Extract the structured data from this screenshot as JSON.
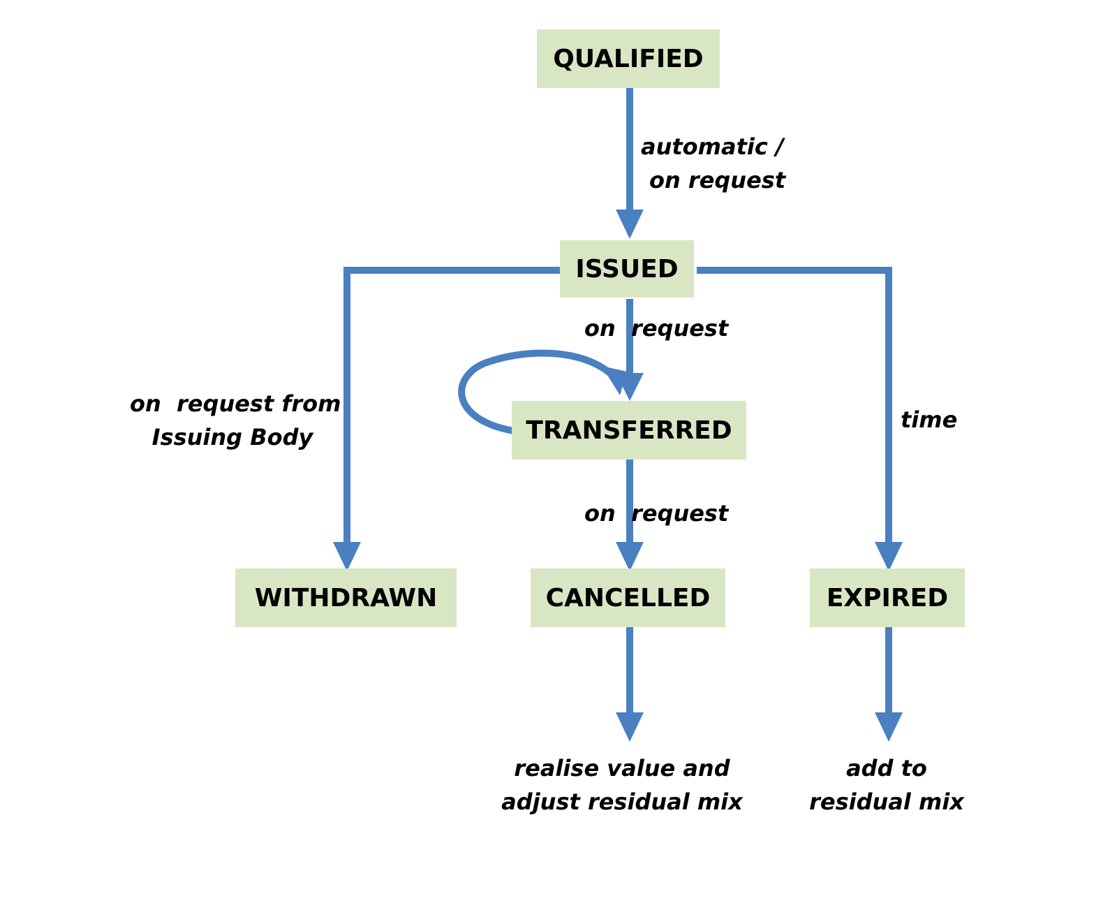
{
  "colors": {
    "state_fill": "#d9e6c4",
    "connector": "#4a7fc1"
  },
  "states": {
    "qualified": "QUALIFIED",
    "issued": "ISSUED",
    "transferred": "TRANSFERRED",
    "withdrawn": "WITHDRAWN",
    "cancelled": "CANCELLED",
    "expired": "EXPIRED"
  },
  "transitions": {
    "qualified_to_issued": [
      "automatic /",
      "on request"
    ],
    "issued_to_transferred": [
      "on  request"
    ],
    "issued_to_withdrawn": [
      "on  request from",
      "Issuing Body"
    ],
    "issued_to_expired": [
      "time"
    ],
    "transferred_to_cancelled": [
      "on  request"
    ]
  },
  "outcomes": {
    "cancelled": [
      "realise value and",
      "adjust residual mix"
    ],
    "expired": [
      "add to",
      "residual mix"
    ]
  }
}
